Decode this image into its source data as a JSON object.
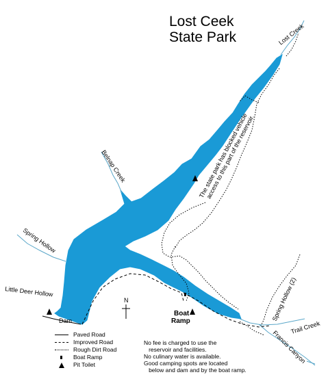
{
  "title": [
    "Lost Ceek",
    "State Park"
  ],
  "labels": {
    "lost_creek": "Lost Creek",
    "belnap_creek": "Belnap Creek",
    "spring_hollow": "Spring Hollow",
    "little_deer_hollow": "Little Deer Hollow",
    "dam": "Dam",
    "spring_hollow_2": "Spring Hollow (2)",
    "trail_creek": "Trail Creek",
    "francis_canyon": "Francis Canyon",
    "boat_ramp": [
      "Boat",
      "Ramp"
    ],
    "north": "N",
    "blocked_note": [
      "The state park has blocked vehicle",
      "access to this part of the reservoir."
    ]
  },
  "legend": [
    {
      "symbol": "paved-road",
      "label": "Paved Road"
    },
    {
      "symbol": "improved-road",
      "label": "Improved Road"
    },
    {
      "symbol": "rough-dirt-road",
      "label": "Rough Dirt Road"
    },
    {
      "symbol": "boat-ramp",
      "label": "Boat Ramp"
    },
    {
      "symbol": "pit-toilet",
      "label": "Pit Toilet"
    }
  ],
  "notes": [
    "No fee is charged to use the",
    "   reservoir and facilities.",
    "No culinary water is available.",
    "Good camping spots are located",
    "   below and dam and by the boat ramp."
  ],
  "colors": {
    "water": "#1a9ad6",
    "stream": "#5aa7c9",
    "ink": "#000000"
  }
}
